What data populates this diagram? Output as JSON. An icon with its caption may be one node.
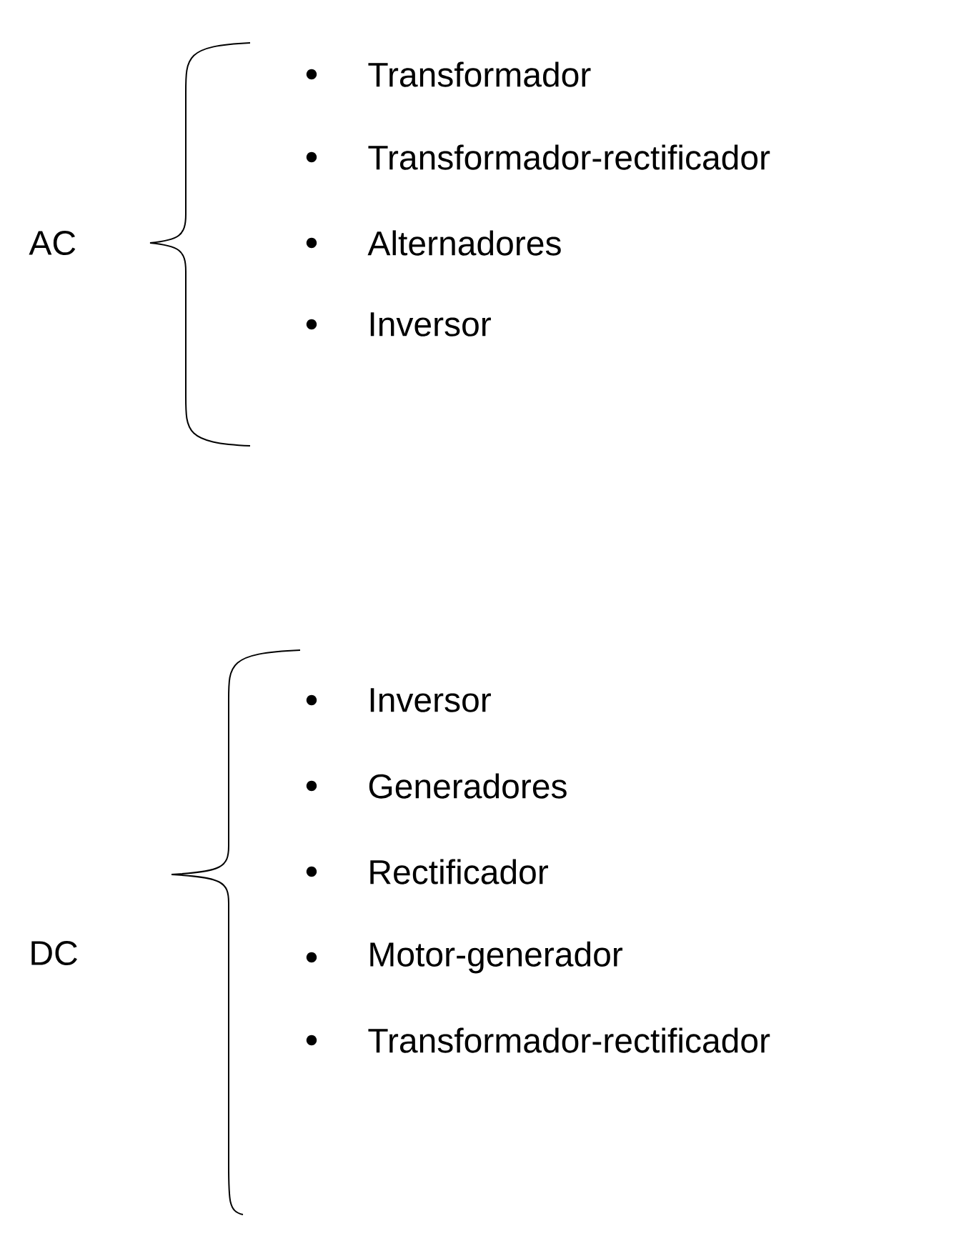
{
  "diagram": {
    "labels": [
      "AC",
      "Transformador",
      "Transformador-rectificador",
      "Alternadores",
      "Inversor",
      "DC",
      "Inversor",
      "Generadores",
      "Rectificador",
      "Motor-generador",
      "Transformador-rectificador"
    ]
  }
}
